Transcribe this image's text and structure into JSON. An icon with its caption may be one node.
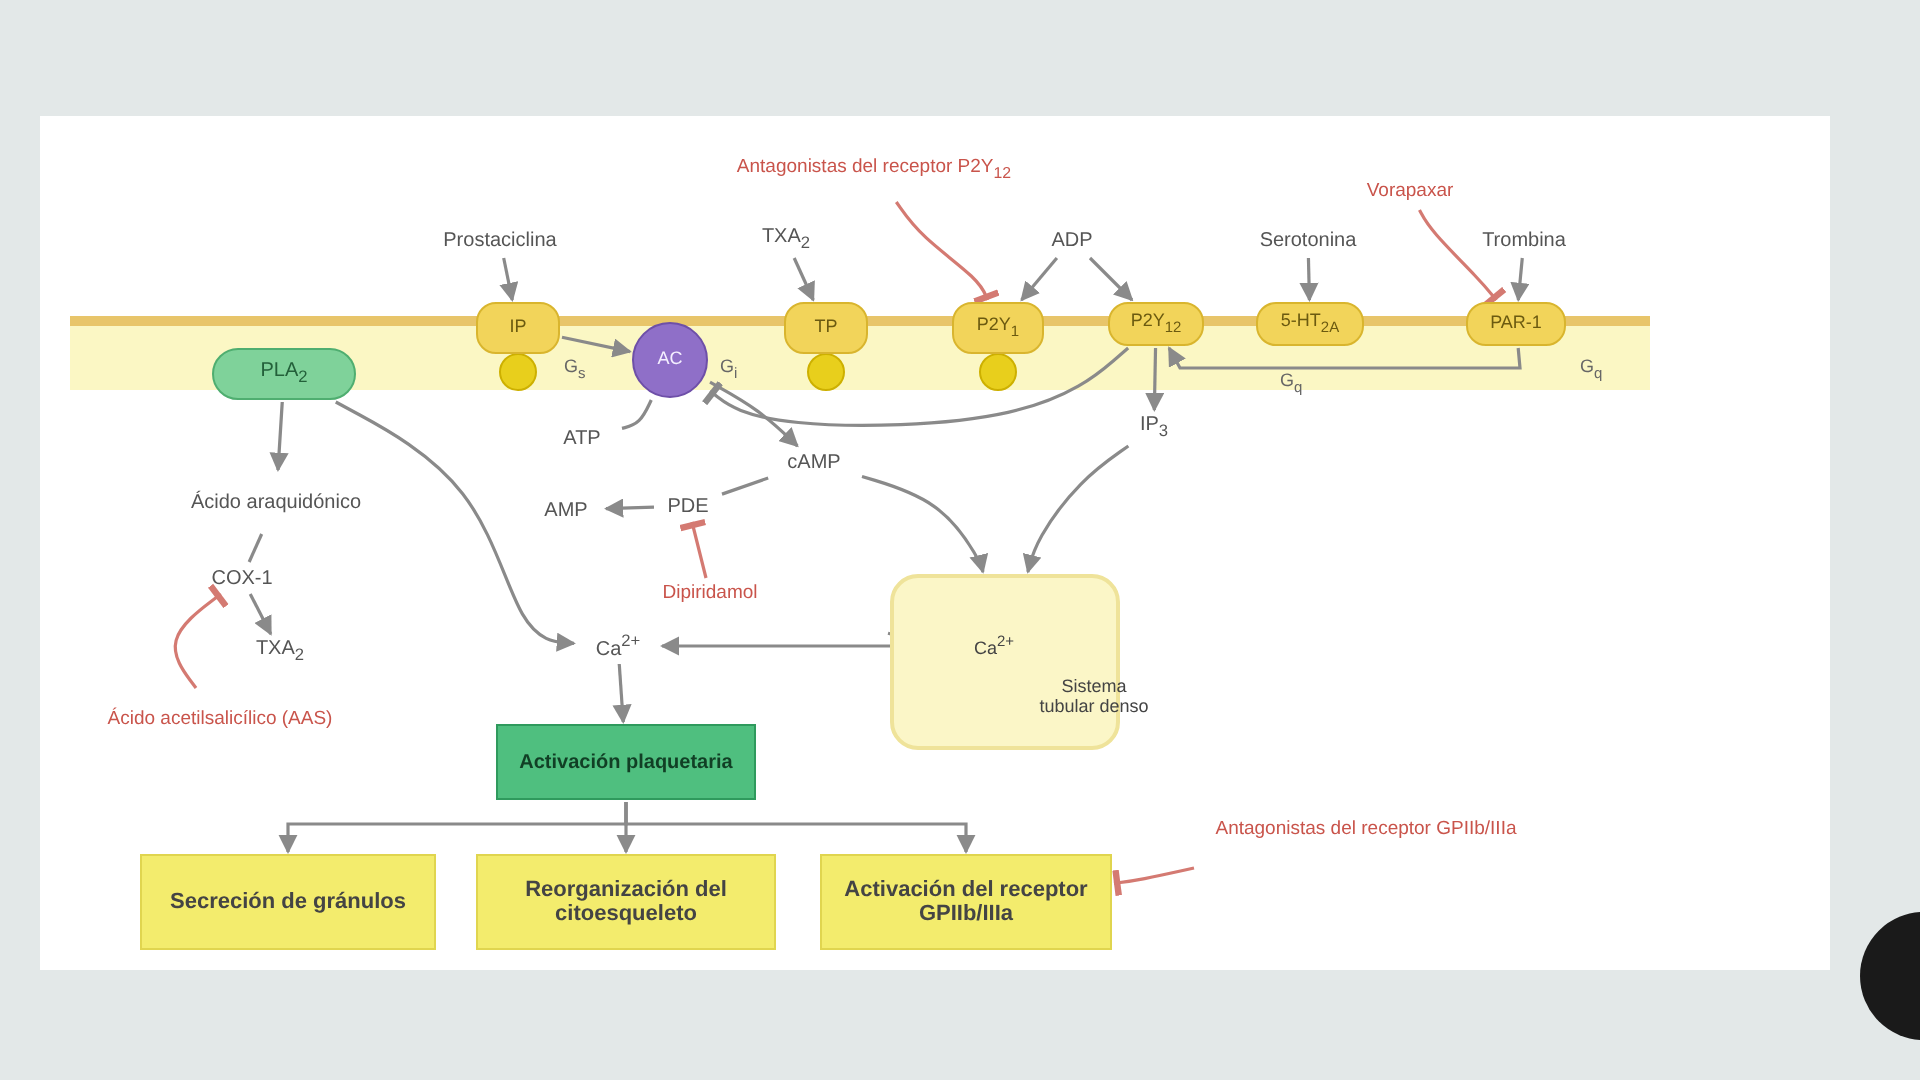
{
  "diagram": {
    "nodes": [
      {
        "text": [
          "Prostaciclina"
        ]
      },
      {
        "text": [
          "TXA$_{2}$"
        ]
      },
      {
        "text": [
          "ADP"
        ]
      },
      {
        "text": [
          "Serotonina"
        ]
      },
      {
        "text": [
          "Trombina"
        ]
      },
      {
        "text": [
          "IP"
        ]
      },
      {
        "text": [
          "AC"
        ]
      },
      {
        "text": [
          "TP"
        ]
      },
      {
        "text": [
          "P2Y$_{1}$"
        ]
      },
      {
        "text": [
          "P2Y$_{12}$"
        ]
      },
      {
        "text": [
          "5-HT$_{2A}$"
        ]
      },
      {
        "text": [
          "PAR-1"
        ]
      },
      {
        "text": [
          "PLA$_{2}$"
        ]
      },
      {
        "text": [
          "Ácido araquidónico"
        ]
      },
      {
        "text": [
          "COX-1"
        ]
      },
      {
        "text": [
          "TXA$_{2}$"
        ]
      },
      {
        "text": [
          "ATP"
        ]
      },
      {
        "text": [
          "cAMP"
        ]
      },
      {
        "text": [
          "PDE"
        ]
      },
      {
        "text": [
          "AMP"
        ]
      },
      {
        "text": [
          "IP$_{3}$"
        ]
      },
      {
        "text": [
          "Ca$^{2+}$"
        ]
      },
      {
        "text": [
          "Ca$^{2+}$",
          "Sistema tubular denso"
        ]
      },
      {
        "text": [
          "Activación plaquetaria"
        ]
      },
      {
        "text": [
          "Secreción de gránulos"
        ]
      },
      {
        "text": [
          "Reorganización del citoesqueleto"
        ]
      },
      {
        "text": [
          "Activación del receptor GPIIb/IIIa"
        ]
      },
      {
        "text": [
          "Antagonistas del receptor P2Y$_{12}$"
        ]
      },
      {
        "text": [
          "Vorapaxar"
        ]
      },
      {
        "text": [
          "Dipiridamol"
        ]
      },
      {
        "text": [
          "Ácido acetilsalicílico (AAS)"
        ]
      },
      {
        "text": [
          "Antagonistas del receptor GPIIb/IIIa"
        ]
      }
    ],
    "edges": [
      {
        "from": 0,
        "to": 5,
        "arrow": "to"
      },
      {
        "from": 1,
        "to": 7,
        "arrow": "to"
      },
      {
        "from": 2,
        "to": 8,
        "arrow": "to"
      },
      {
        "from": 2,
        "to": 9,
        "arrow": "to"
      },
      {
        "from": 3,
        "to": 10,
        "arrow": "to"
      },
      {
        "from": 4,
        "to": 11,
        "arrow": "to"
      },
      {
        "from": 12,
        "to": 13,
        "arrow": "to"
      },
      {
        "from": 13,
        "to": 14,
        "arrow": "none"
      },
      {
        "from": 14,
        "to": 15,
        "arrow": "to"
      },
      {
        "from": 30,
        "to": 14,
        "arrow": "other",
        "color": "#d47a72"
      },
      {
        "from": 12,
        "to": 21,
        "arrow": "to"
      },
      {
        "from": 5,
        "to": 6,
        "arrow": "to"
      },
      {
        "from": 9,
        "to": 6,
        "arrow": "other"
      },
      {
        "from": 16,
        "to": 6,
        "arrow": "none"
      },
      {
        "from": 6,
        "to": 17,
        "arrow": "to"
      },
      {
        "from": 17,
        "to": 18,
        "arrow": "none"
      },
      {
        "from": 18,
        "to": 19,
        "arrow": "to"
      },
      {
        "from": 29,
        "to": 18,
        "arrow": "other",
        "color": "#d47a72"
      },
      {
        "from": 17,
        "to": 22,
        "arrow": "to"
      },
      {
        "from": 9,
        "to": 20,
        "arrow": "to"
      },
      {
        "from": 20,
        "to": 22,
        "arrow": "to"
      },
      {
        "from": 22,
        "to": 21,
        "arrow": "to"
      },
      {
        "from": 21,
        "to": 23,
        "arrow": "to"
      },
      {
        "from": 23,
        "to": 24,
        "arrow": "to"
      },
      {
        "from": 23,
        "to": 25,
        "arrow": "to"
      },
      {
        "from": 23,
        "to": 26,
        "arrow": "to"
      },
      {
        "from": 27,
        "to": 8,
        "arrow": "other",
        "color": "#d47a72"
      },
      {
        "from": 28,
        "to": 11,
        "arrow": "other",
        "color": "#d47a72"
      },
      {
        "from": 31,
        "to": 26,
        "arrow": "other",
        "color": "#d47a72"
      },
      {
        "from": 11,
        "to": 9,
        "arrow": "to"
      }
    ],
    "labels": [
      "G$_{s}$",
      "G$_{i}$",
      "G$_{q}$",
      "G$_{q}$"
    ]
  }
}
